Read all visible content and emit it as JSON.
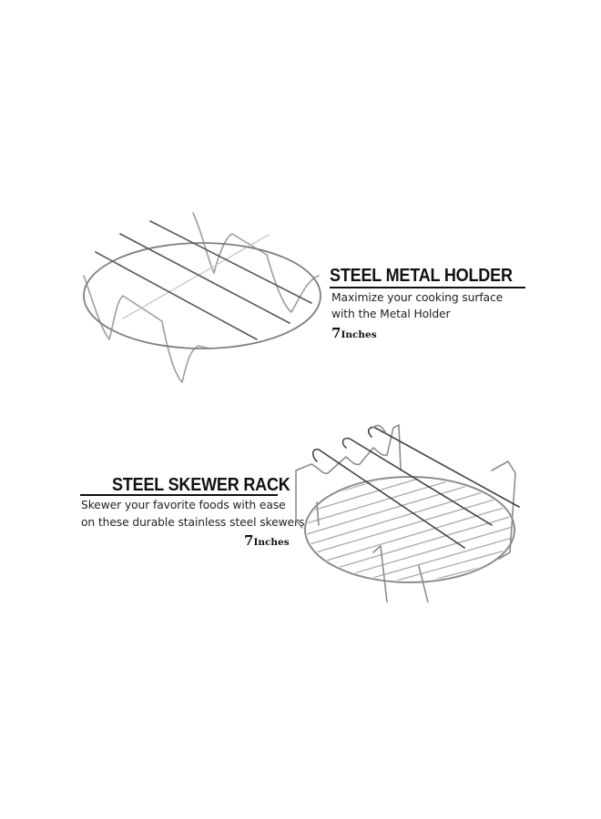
{
  "products": [
    {
      "name": "steel-metal-holder",
      "title": "STEEL METAL HOLDER",
      "description_lines": [
        "Maximize your cooking surface",
        "with the Metal Holder"
      ],
      "size_number": "7",
      "size_unit": "Inches"
    },
    {
      "name": "steel-skewer-rack",
      "title": "STEEL SKEWER RACK",
      "description_lines": [
        "Skewer your favorite foods with ease",
        "on these durable stainless steel skewers"
      ],
      "size_number": "7",
      "size_unit": "Inches"
    }
  ],
  "colors": {
    "background": "#ffffff",
    "text": "#111111",
    "metal": "#8a8d91"
  }
}
